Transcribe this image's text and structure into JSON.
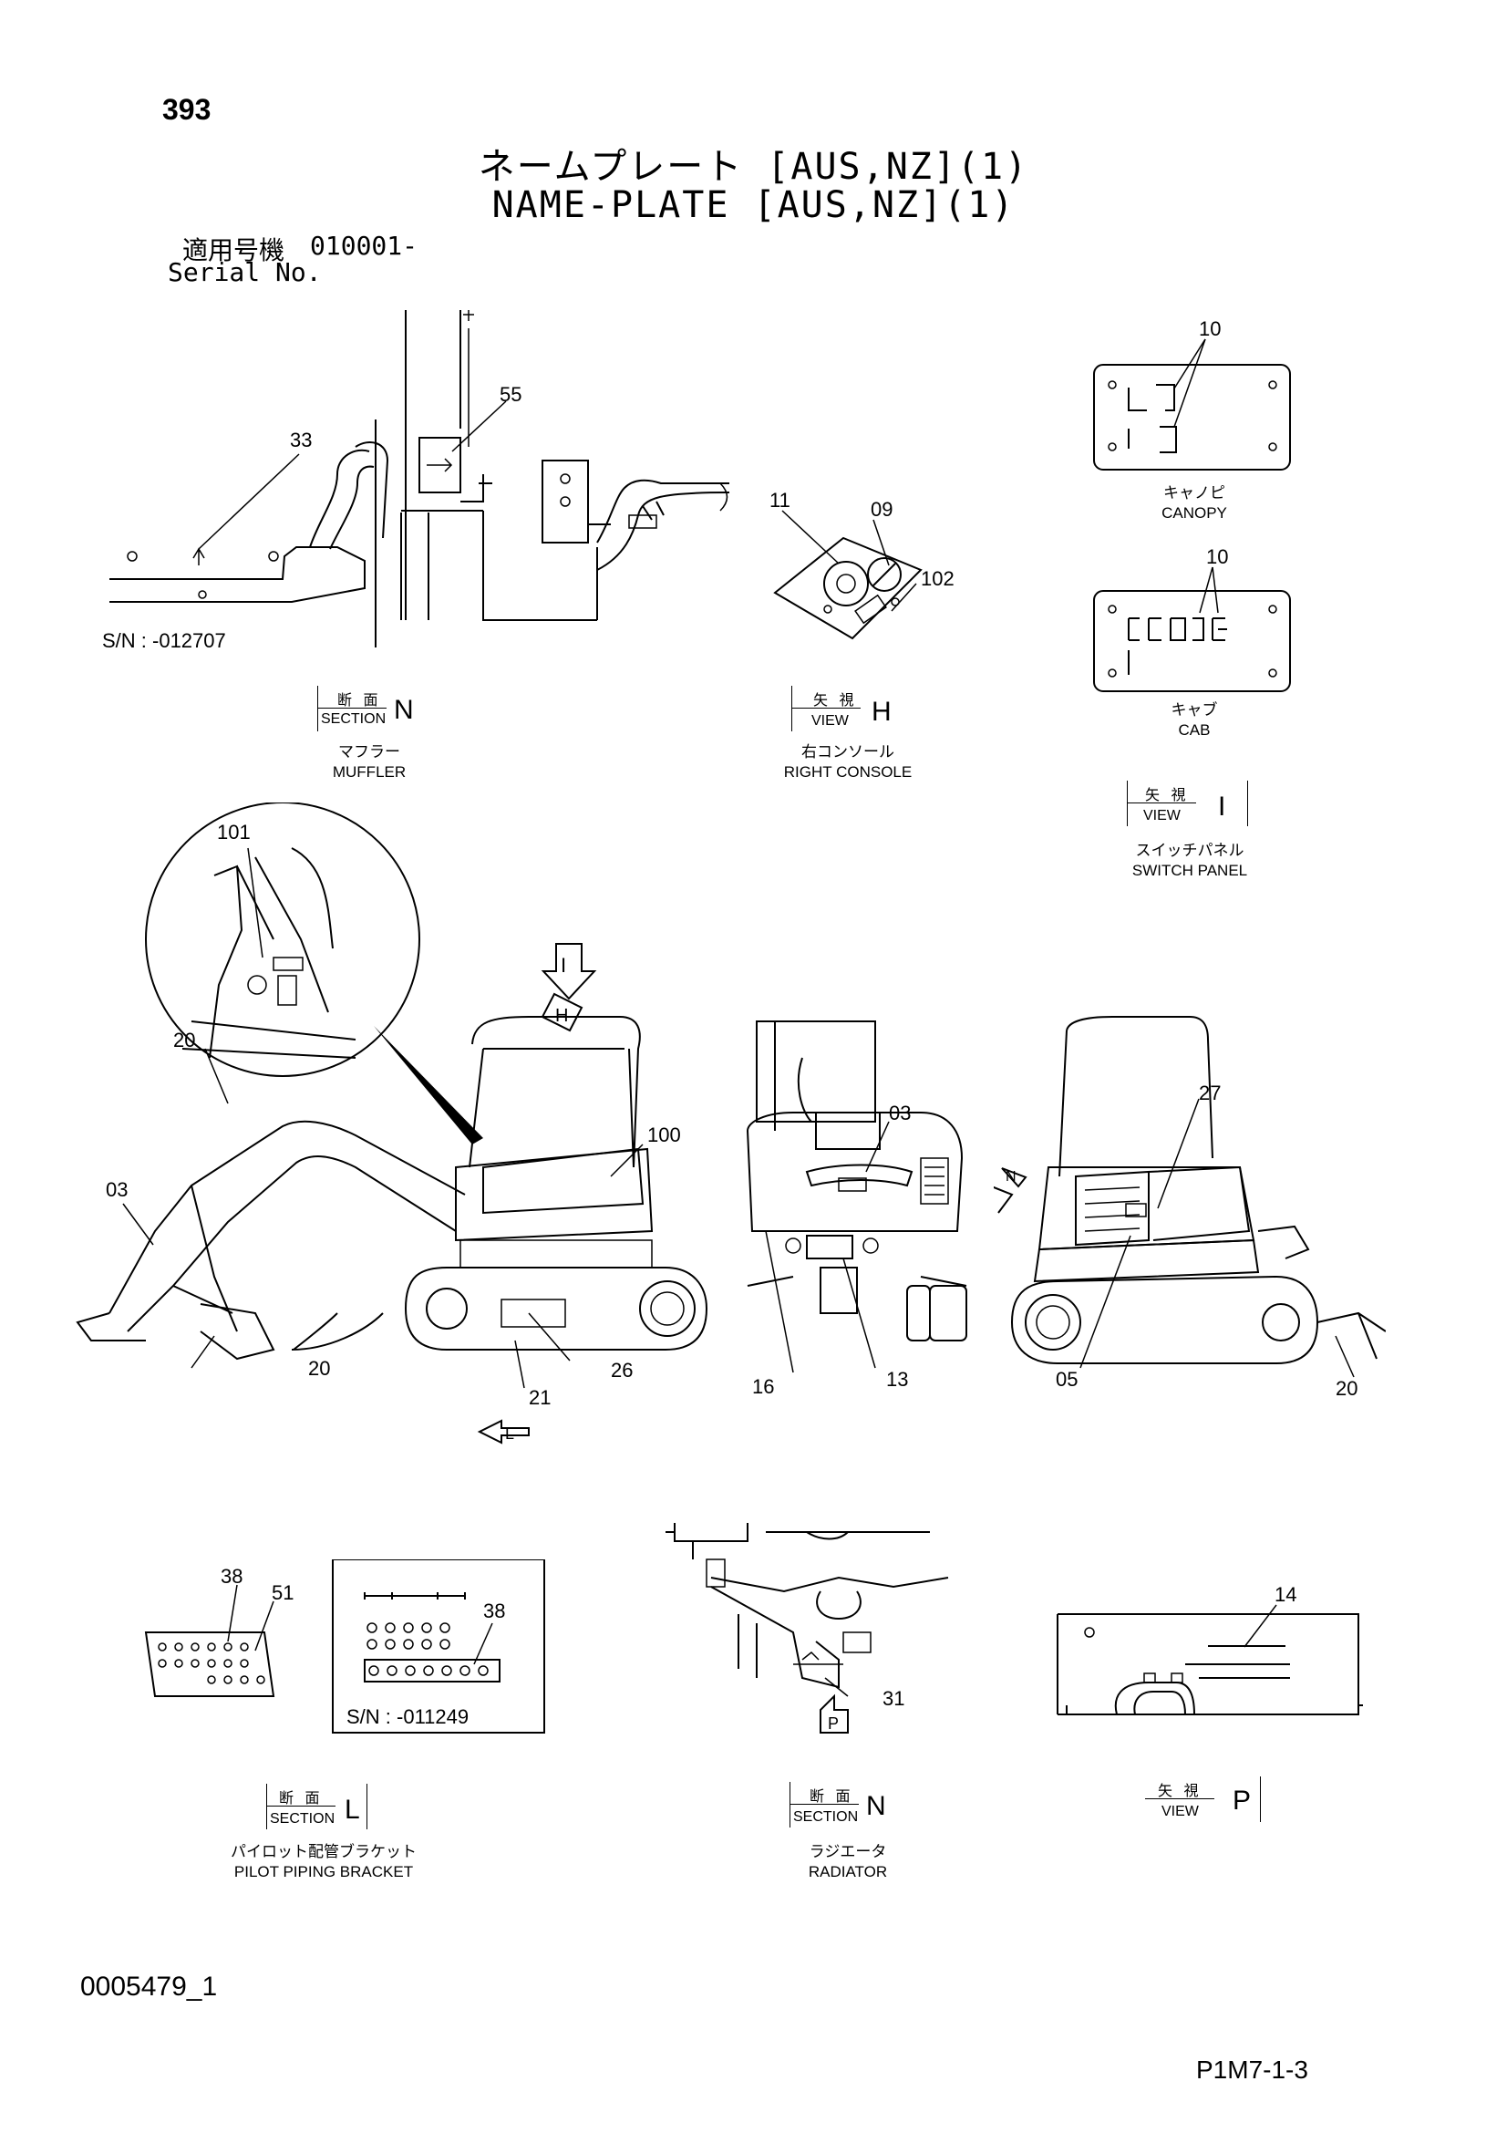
{
  "header": {
    "page_number": "393",
    "title_jp": "ネームプレート [AUS,NZ](1)",
    "title_en": "NAME-PLATE [AUS,NZ](1)",
    "serial_jp": "適用号機",
    "serial_value": "010001-",
    "serial_en": "Serial No."
  },
  "muffler": {
    "callouts": [
      "33",
      "55"
    ],
    "serial_note": "S/N : -012707",
    "tag_top": "断 面",
    "tag_bottom": "SECTION",
    "tag_letter": "N",
    "caption_jp": "マフラー",
    "caption_en": "MUFFLER"
  },
  "right_console": {
    "callouts": [
      "11",
      "09",
      "102"
    ],
    "tag_top": "矢 視",
    "tag_bottom": "VIEW",
    "tag_letter": "H",
    "caption_jp": "右コンソール",
    "caption_en": "RIGHT CONSOLE"
  },
  "canopy": {
    "callout": "10",
    "caption_jp": "キャノピ",
    "caption_en": "CANOPY"
  },
  "cab": {
    "callout": "10",
    "caption_jp": "キャブ",
    "caption_en": "CAB"
  },
  "switch_panel": {
    "tag_top": "矢 視",
    "tag_bottom": "VIEW",
    "tag_letter": "I",
    "caption_jp": "スイッチパネル",
    "caption_en": "SWITCH PANEL"
  },
  "machine_side": {
    "callouts": [
      "101",
      "20",
      "03",
      "100",
      "20",
      "26",
      "21"
    ],
    "arrows": [
      "I",
      "H",
      "L"
    ]
  },
  "machine_rear": {
    "callouts": [
      "03",
      "16",
      "13"
    ]
  },
  "machine_front": {
    "callouts": [
      "27",
      "05",
      "20"
    ],
    "arrows": [
      "N"
    ]
  },
  "pilot_bracket": {
    "callouts": [
      "38",
      "51",
      "38"
    ],
    "serial_note": "S/N : -011249",
    "tag_top": "断 面",
    "tag_bottom": "SECTION",
    "tag_letter": "L",
    "caption_jp": "パイロット配管ブラケット",
    "caption_en": "PILOT PIPING BRACKET"
  },
  "radiator": {
    "callouts": [
      "31"
    ],
    "arrow": "P",
    "tag_top": "断 面",
    "tag_bottom": "SECTION",
    "tag_letter": "N",
    "caption_jp": "ラジエータ",
    "caption_en": "RADIATOR"
  },
  "view_p": {
    "callouts": [
      "14"
    ],
    "tag_top": "矢 視",
    "tag_bottom": "VIEW",
    "tag_letter": "P"
  },
  "footer": {
    "doc_id": "0005479_1",
    "page_code": "P1M7-1-3"
  }
}
